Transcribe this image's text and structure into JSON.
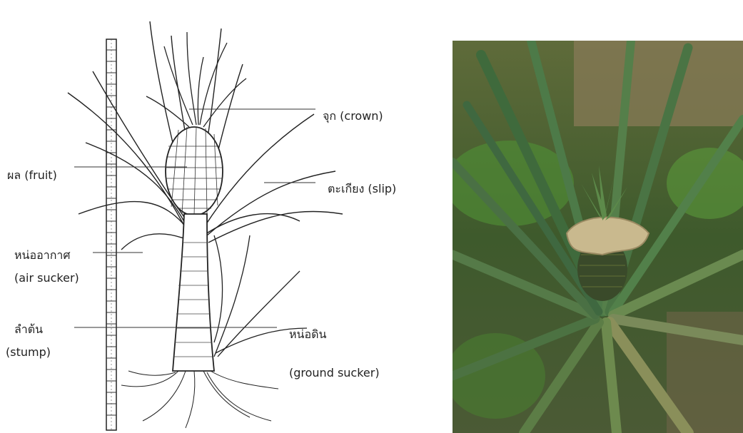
{
  "labels": {
    "crown": "จุก (crown)",
    "fruit": "ผล (fruit)",
    "slip": "ตะเกียง (slip)",
    "air_sucker_th": "หน่ออากาศ",
    "air_sucker_en": "(air sucker)",
    "stump_th": "ลำต้น",
    "stump_en": "(stump)",
    "ground_sucker_th": "หน่อดิน",
    "ground_sucker_en": "(ground sucker)"
  }
}
